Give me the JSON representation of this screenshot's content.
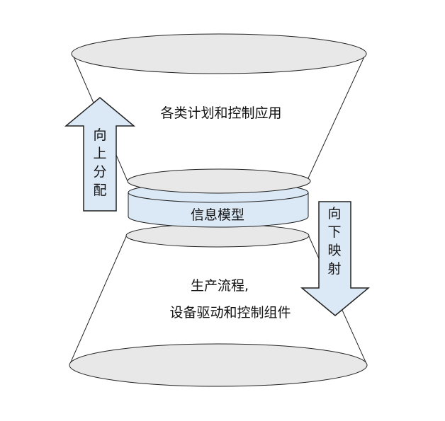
{
  "top_section": {
    "label": "各类计划和控制应用"
  },
  "middle_section": {
    "label": "信息模型"
  },
  "bottom_section": {
    "line1": "生产流程,",
    "line2": "设备驱动和控制组件"
  },
  "up_arrow": {
    "chars": [
      "向",
      "上",
      "分",
      "配"
    ]
  },
  "down_arrow": {
    "chars": [
      "向",
      "下",
      "映",
      "射"
    ]
  },
  "colors": {
    "ellipse_fill": "#e8e8e8",
    "info_band_fill": "#dbe8f5",
    "arrow_fill": "#dbe8f5",
    "stroke": "#222222"
  }
}
